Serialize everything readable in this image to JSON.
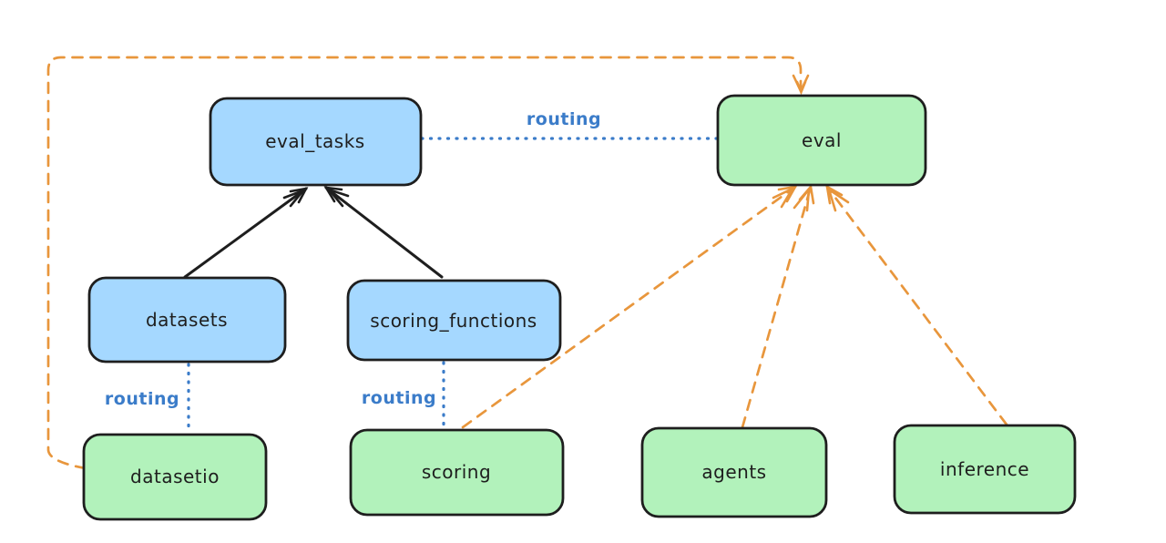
{
  "diagram": {
    "nodes": {
      "eval_tasks": {
        "label": "eval_tasks",
        "color": "blue"
      },
      "eval": {
        "label": "eval",
        "color": "green"
      },
      "datasets": {
        "label": "datasets",
        "color": "blue"
      },
      "scoring_functions": {
        "label": "scoring_functions",
        "color": "blue"
      },
      "datasetio": {
        "label": "datasetio",
        "color": "green"
      },
      "scoring": {
        "label": "scoring",
        "color": "green"
      },
      "agents": {
        "label": "agents",
        "color": "green"
      },
      "inference": {
        "label": "inference",
        "color": "green"
      }
    },
    "edge_label": {
      "routing": "routing"
    },
    "edges": [
      {
        "from": "datasets",
        "to": "eval_tasks",
        "style": "solid",
        "color": "black",
        "arrow": true
      },
      {
        "from": "scoring_functions",
        "to": "eval_tasks",
        "style": "solid",
        "color": "black",
        "arrow": true
      },
      {
        "from": "eval_tasks",
        "to": "eval",
        "style": "dotted",
        "color": "blue",
        "arrow": false,
        "label": "routing"
      },
      {
        "from": "datasets",
        "to": "datasetio",
        "style": "dotted",
        "color": "blue",
        "arrow": false,
        "label": "routing"
      },
      {
        "from": "scoring_functions",
        "to": "scoring",
        "style": "dotted",
        "color": "blue",
        "arrow": false,
        "label": "routing"
      },
      {
        "from": "datasetio",
        "to": "eval",
        "style": "dashed",
        "color": "orange",
        "arrow": true,
        "route": "around-left-and-top"
      },
      {
        "from": "scoring",
        "to": "eval",
        "style": "dashed",
        "color": "orange",
        "arrow": true
      },
      {
        "from": "agents",
        "to": "eval",
        "style": "dashed",
        "color": "orange",
        "arrow": true
      },
      {
        "from": "inference",
        "to": "eval",
        "style": "dashed",
        "color": "orange",
        "arrow": true
      }
    ],
    "palette": {
      "background": "#ffffff",
      "blue_node_fill": "#a5d8ff",
      "green_node_fill": "#b2f2bb",
      "node_border": "#1e1e1e",
      "black_arrow": "#1e1e1e",
      "routing_blue": "#3b7cc9",
      "orange_dashed": "#e8963c"
    }
  }
}
